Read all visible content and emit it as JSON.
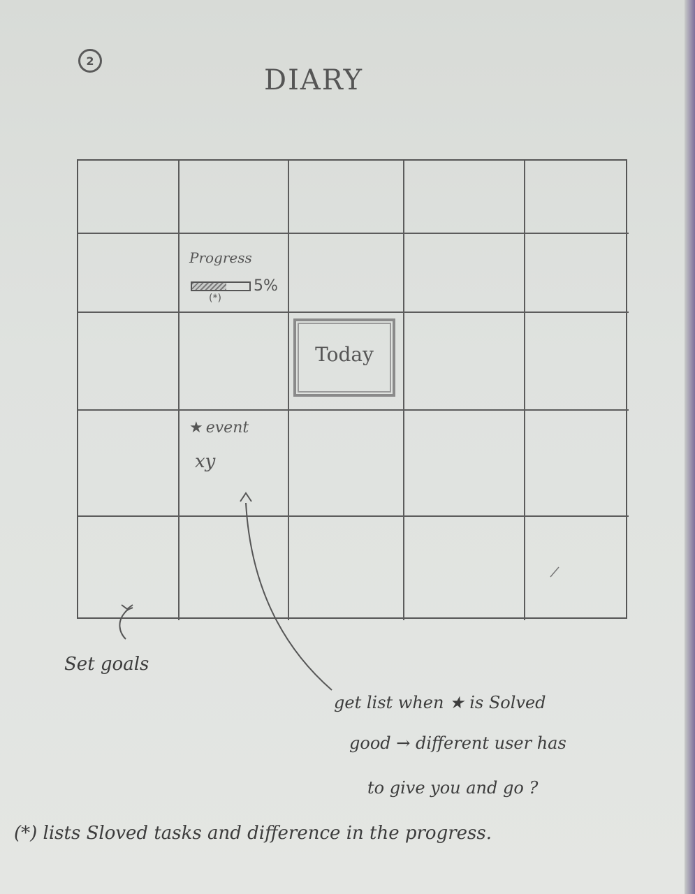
{
  "page": {
    "page_number": "2",
    "title": "DIARY"
  },
  "calendar": {
    "rows": 5,
    "cols": 5,
    "progress_cell": {
      "label": "Progress",
      "percent": 5,
      "percent_text": "5%",
      "note": "(*)"
    },
    "today_cell": {
      "label": "Today"
    },
    "event_cell": {
      "star": "★",
      "label": "event",
      "name": "xy"
    }
  },
  "annotations": {
    "set_goals": "Set goals",
    "event_note_line1": "get list when ★ is Solved",
    "event_note_line2": "good → different user has",
    "event_note_line3": "to give you and go ?",
    "footnote": "(*) lists Sloved tasks and difference in the progress."
  },
  "colors": {
    "pencil": "#555555",
    "paper": "#dfe2df"
  }
}
